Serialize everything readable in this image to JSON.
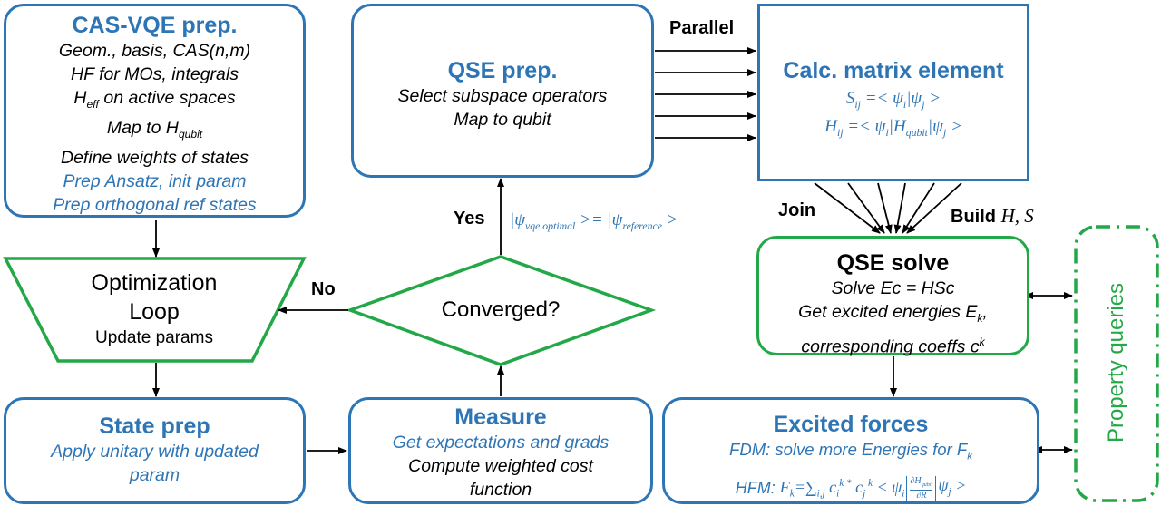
{
  "colors": {
    "blue": "#2e75b6",
    "green": "#22a846",
    "arrow": "#000000"
  },
  "cas_vqe": {
    "title": "CAS-VQE prep.",
    "lines": [
      "Geom., basis, CAS(n,m)",
      "HF for MOs, integrals",
      "on active spaces",
      "Map to",
      "Define weights of states"
    ],
    "blue_lines": [
      "Prep Ansatz, init param",
      "Prep orthogonal ref states"
    ],
    "h_eff": "H",
    "h_eff_sub": "eff",
    "h_qubit": "H",
    "h_qubit_sub": "qubit"
  },
  "qse_prep": {
    "title": "QSE prep.",
    "lines": [
      "Select subspace operators",
      "Map to qubit"
    ]
  },
  "calc_matrix": {
    "title": "Calc. matrix element",
    "s_eq": "Sᵢⱼ =< ψᵢ|ψⱼ >",
    "h_eq": "Hᵢⱼ =< ψᵢ|H_qubit|ψⱼ >"
  },
  "optimization": {
    "title_line1": "Optimization",
    "title_line2": "Loop",
    "sub": "Update params"
  },
  "converged": {
    "label": "Converged?"
  },
  "qse_solve": {
    "title": "QSE solve",
    "line1": "Solve Ec = HSc",
    "line2": "Get excited energies E",
    "line2_sub": "k",
    "line3": "corresponding coeffs c",
    "line3_sup": "k"
  },
  "state_prep": {
    "title": "State prep",
    "lines": [
      "Apply unitary with updated",
      "param"
    ]
  },
  "measure": {
    "title": "Measure",
    "blue_line": "Get expectations and grads",
    "lines": [
      "Compute weighted cost",
      "function"
    ]
  },
  "excited_forces": {
    "title": "Excited forces",
    "fdm": "FDM: solve more Energies for F",
    "fdm_sub": "k",
    "hfm": "HFM: F_k=∑_{i,j} c_i^k* c_j^k < ψ_i |∂H_qubit/∂R| ψ_j >"
  },
  "property_queries": {
    "label": "Property queries"
  },
  "labels": {
    "parallel": "Parallel",
    "yes": "Yes",
    "no": "No",
    "join": "Join",
    "build": "Build",
    "build_math": "H, S",
    "vqe_condition": "|ψ_vqe optimal >= |ψ_reference >"
  }
}
